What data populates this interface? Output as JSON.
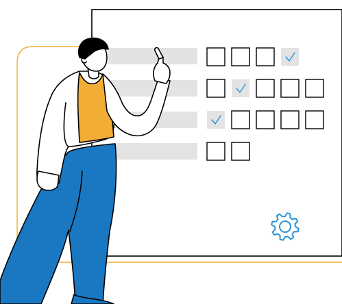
{
  "illustration": {
    "subject": "man-pointing-at-checklist-board",
    "colors": {
      "background": "#ffffff",
      "outline": "#000000",
      "accent_orange": "#F2AE34",
      "pants_blue": "#1A78C2",
      "check_blue": "#2A93D5",
      "row_bar_gray": "#E3E3E3",
      "gear_blue": "#2A93D5"
    },
    "checklist": {
      "rows": [
        {
          "boxes": 4,
          "checked_index": 3
        },
        {
          "boxes": 5,
          "checked_index": 1
        },
        {
          "boxes": 5,
          "checked_index": 0
        },
        {
          "boxes": 2,
          "checked_index": null
        }
      ]
    },
    "icons": [
      "gear-icon",
      "check-icon"
    ]
  }
}
